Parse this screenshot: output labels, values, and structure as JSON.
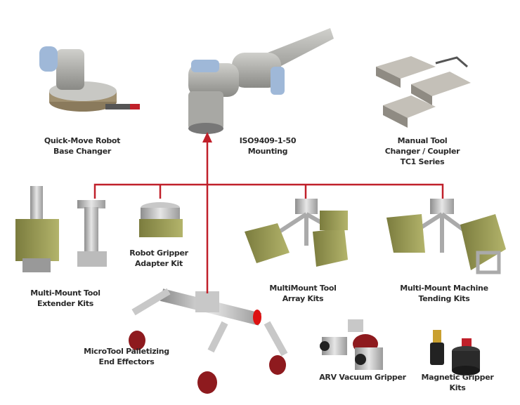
{
  "colors": {
    "connector": "#c0202a",
    "gripper_olive": "#9a9a55",
    "metal": "#b8b8b8",
    "suction_red": "#8e1a1e"
  },
  "products": [
    {
      "id": "base-changer",
      "lines": [
        "Quick-Move Robot",
        "Base Changer"
      ]
    },
    {
      "id": "iso-mounting",
      "lines": [
        "ISO9409-1-50",
        "Mounting"
      ]
    },
    {
      "id": "manual-tool-changer",
      "lines": [
        "Manual Tool",
        "Changer / Coupler",
        "TC1 Series"
      ]
    },
    {
      "id": "extender-kits",
      "lines": [
        "Multi-Mount Tool",
        "Extender Kits"
      ]
    },
    {
      "id": "gripper-adapter",
      "lines": [
        "Robot Gripper",
        "Adapter Kit"
      ]
    },
    {
      "id": "array-kits",
      "lines": [
        "MultiMount Tool",
        "Array Kits"
      ]
    },
    {
      "id": "tending-kits",
      "lines": [
        "Multi-Mount Machine",
        "Tending Kits"
      ]
    },
    {
      "id": "palletizing",
      "lines": [
        "MicroTool Palletizing",
        "End Effectors"
      ]
    },
    {
      "id": "arv-vacuum",
      "lines": [
        "ARV Vacuum Gripper"
      ]
    },
    {
      "id": "magnetic-gripper",
      "lines": [
        "Magnetic Gripper",
        "Kits"
      ]
    }
  ]
}
